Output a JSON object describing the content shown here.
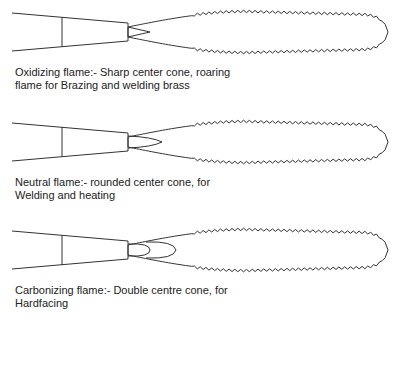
{
  "diagram": {
    "labels": [
      "Oxidizing flame:- Sharp center cone, roaring flame for Brazing and welding brass",
      "Neutral flame:- rounded center cone, for Welding and heating",
      "Carbonizing flame:- Double centre cone, for Hardfacing"
    ]
  }
}
